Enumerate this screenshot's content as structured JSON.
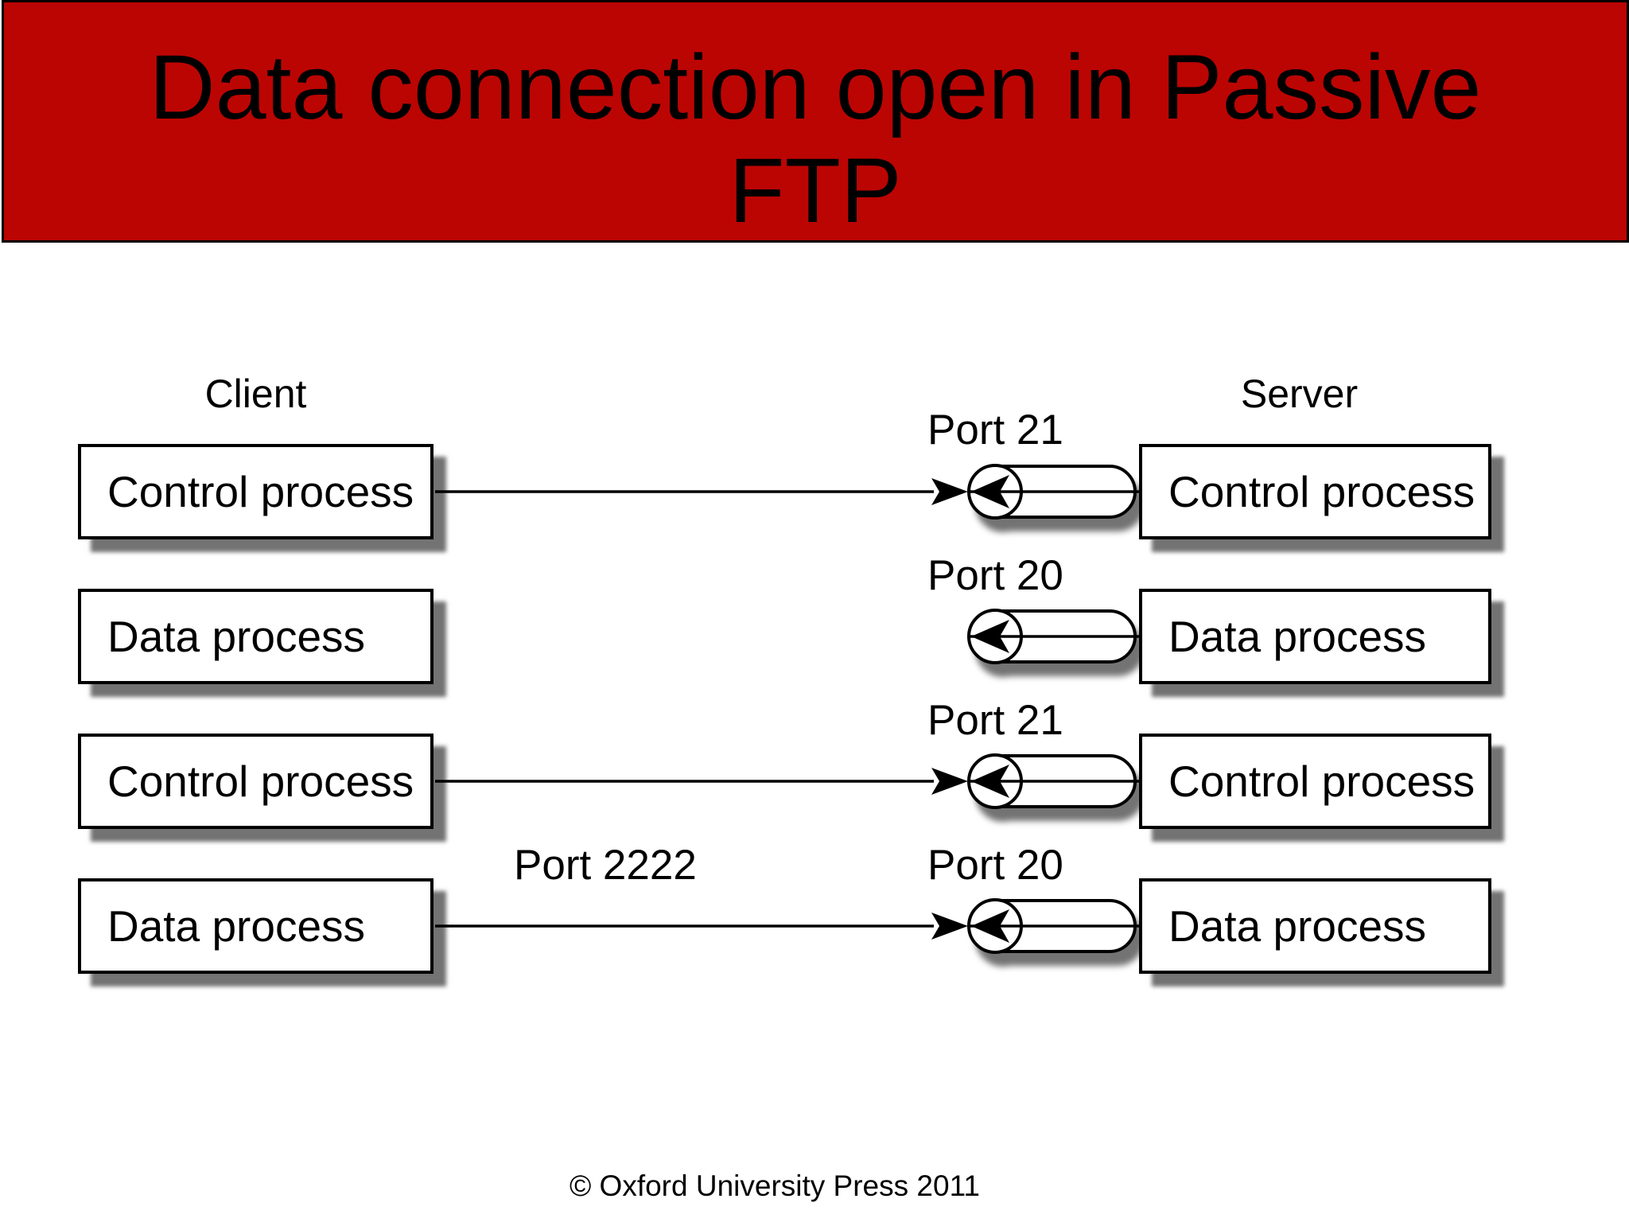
{
  "slide": {
    "title_line1": "Data connection open in Passive",
    "title_line2": "FTP"
  },
  "diagram": {
    "client_label": "Client",
    "server_label": "Server",
    "rows": [
      {
        "client_process": "Control process",
        "server_process": "Control process",
        "port_label": "Port 21"
      },
      {
        "client_process": "Data process",
        "server_process": "Data process",
        "port_label": "Port 20"
      },
      {
        "client_process": "Control process",
        "server_process": "Control process",
        "port_label": "Port 21"
      },
      {
        "client_process": "Data process",
        "server_process": "Data process",
        "port_label": "Port 20",
        "line_label": "Port 2222"
      }
    ]
  },
  "footer": {
    "copyright": "© Oxford University Press 2011"
  },
  "colors": {
    "banner_red": "#BB0503",
    "text": "#000000",
    "shadow": "rgba(0,0,0,0.55)"
  },
  "icons": {
    "port": "capsule-with-left-arrow",
    "flow_arrowhead": "solid-right-arrow"
  }
}
